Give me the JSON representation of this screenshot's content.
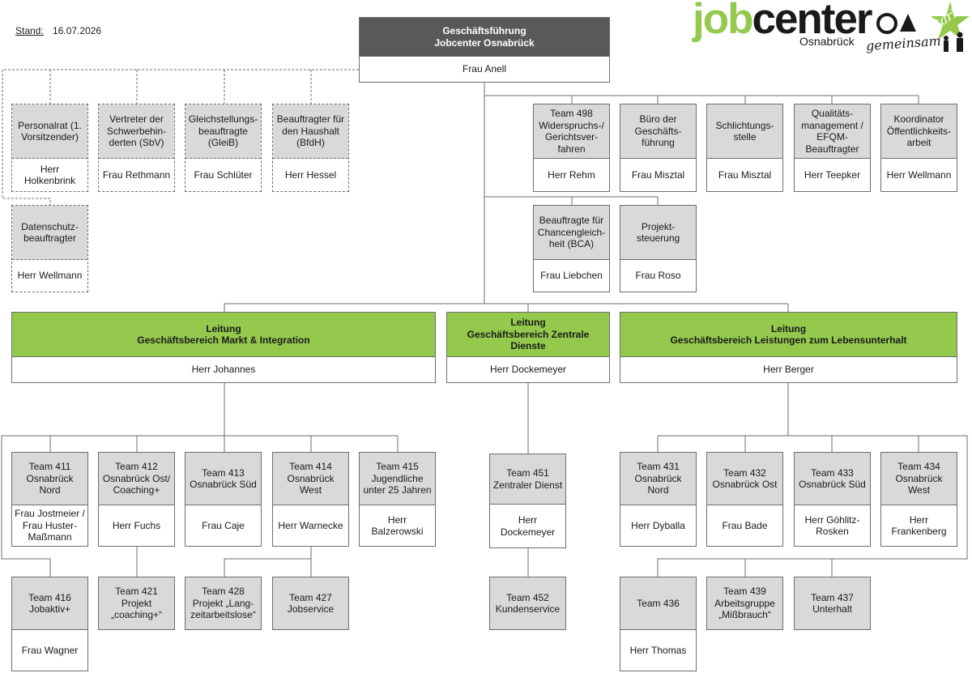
{
  "stand": {
    "label": "Stand:",
    "date": "16.07.2026"
  },
  "logo": {
    "job": "job",
    "center": "center",
    "city": "Osnabrück",
    "gemeinsam": "gemeinsam",
    "stark": "stark"
  },
  "colors": {
    "green": "#94c94d",
    "dark_header": "#595959",
    "grey_header": "#d9d9d9",
    "line": "#6e6e6e"
  },
  "units": {
    "gf": {
      "title": "Geschäftsführung\nJobcenter Osnabrück",
      "person": "Frau Anell"
    },
    "personalrat": {
      "title": "Personalrat (1.\nVorsitzender)",
      "person": "Herr\nHolkenbrink"
    },
    "sbv": {
      "title": "Vertreter der\nSchwerbehin-\nderten (SbV)",
      "person": "Frau Rethmann"
    },
    "gleib": {
      "title": "Gleichstellungs-\nbeauftragte\n(GleiB)",
      "person": "Frau Schlüter"
    },
    "bfdh": {
      "title": "Beauftragter für\nden Haushalt\n(BfdH)",
      "person": "Herr Hessel"
    },
    "datenschutz": {
      "title": "Datenschutz-\nbeauftragter",
      "person": "Herr Wellmann"
    },
    "t498": {
      "title": "Team 498\nWiderspruchs-/\nGerichtsver-\nfahren",
      "person": "Herr Rehm"
    },
    "buero": {
      "title": "Büro der\nGeschäfts-\nführung",
      "person": "Frau Misztal"
    },
    "schlichtung": {
      "title": "Schlichtungs-\nstelle",
      "person": "Frau Misztal"
    },
    "qm": {
      "title": "Qualitäts-\nmanagement /\nEFQM-\nBeauftragter",
      "person": "Herr Teepker"
    },
    "koord": {
      "title": "Koordinator\nÖffentlichkeits-\narbeit",
      "person": "Herr Wellmann"
    },
    "bca": {
      "title": "Beauftragte für\nChancengleich-\nheit (BCA)",
      "person": "Frau Liebchen"
    },
    "projekt": {
      "title": "Projekt-\nsteuerung",
      "person": "Frau Roso"
    },
    "gb_markt": {
      "title": "Leitung\nGeschäftsbereich Markt & Integration",
      "person": "Herr Johannes"
    },
    "gb_zentral": {
      "title": "Leitung\nGeschäftsbereich Zentrale\nDienste",
      "person": "Herr Dockemeyer"
    },
    "gb_leist": {
      "title": "Leitung\nGeschäftsbereich Leistungen zum Lebensunterhalt",
      "person": "Herr Berger"
    },
    "t411": {
      "title": "Team 411\nOsnabrück Nord",
      "person": "Frau Jostmeier /\nFrau Huster-\nMaßmann"
    },
    "t412": {
      "title": "Team 412\nOsnabrück Ost/\nCoaching+",
      "person": "Herr Fuchs"
    },
    "t413": {
      "title": "Team 413\nOsnabrück Süd",
      "person": "Frau Caje"
    },
    "t414": {
      "title": "Team 414\nOsnabrück\nWest",
      "person": "Herr Warnecke"
    },
    "t415": {
      "title": "Team 415\nJugendliche\nunter 25 Jahren",
      "person": "Herr\nBalzerowski"
    },
    "t416": {
      "title": "Team 416\nJobaktiv+",
      "person": "Frau Wagner"
    },
    "t421": {
      "title": "Team 421\nProjekt\n„coaching+“",
      "person": ""
    },
    "t428": {
      "title": "Team 428\nProjekt „Lang-\nzeitarbeitslose“",
      "person": ""
    },
    "t427": {
      "title": "Team 427\nJobservice",
      "person": ""
    },
    "t451": {
      "title": "Team 451\nZentraler Dienst",
      "person": "Herr\nDockemeyer"
    },
    "t452": {
      "title": "Team 452\nKundenservice",
      "person": ""
    },
    "t431": {
      "title": "Team 431\nOsnabrück Nord",
      "person": "Herr Dyballa"
    },
    "t432": {
      "title": "Team 432\nOsnabrück Ost",
      "person": "Frau Bade"
    },
    "t433": {
      "title": "Team 433\nOsnabrück Süd",
      "person": "Herr Göhlitz-\nRosken"
    },
    "t434": {
      "title": "Team 434\nOsnabrück\nWest",
      "person": "Herr\nFrankenberg"
    },
    "t436": {
      "title": "Team 436",
      "person": "Herr Thomas"
    },
    "t439": {
      "title": "Team 439\nArbeitsgruppe\n„Mißbrauch“",
      "person": ""
    },
    "t437": {
      "title": "Team 437\nUnterhalt",
      "person": ""
    }
  }
}
